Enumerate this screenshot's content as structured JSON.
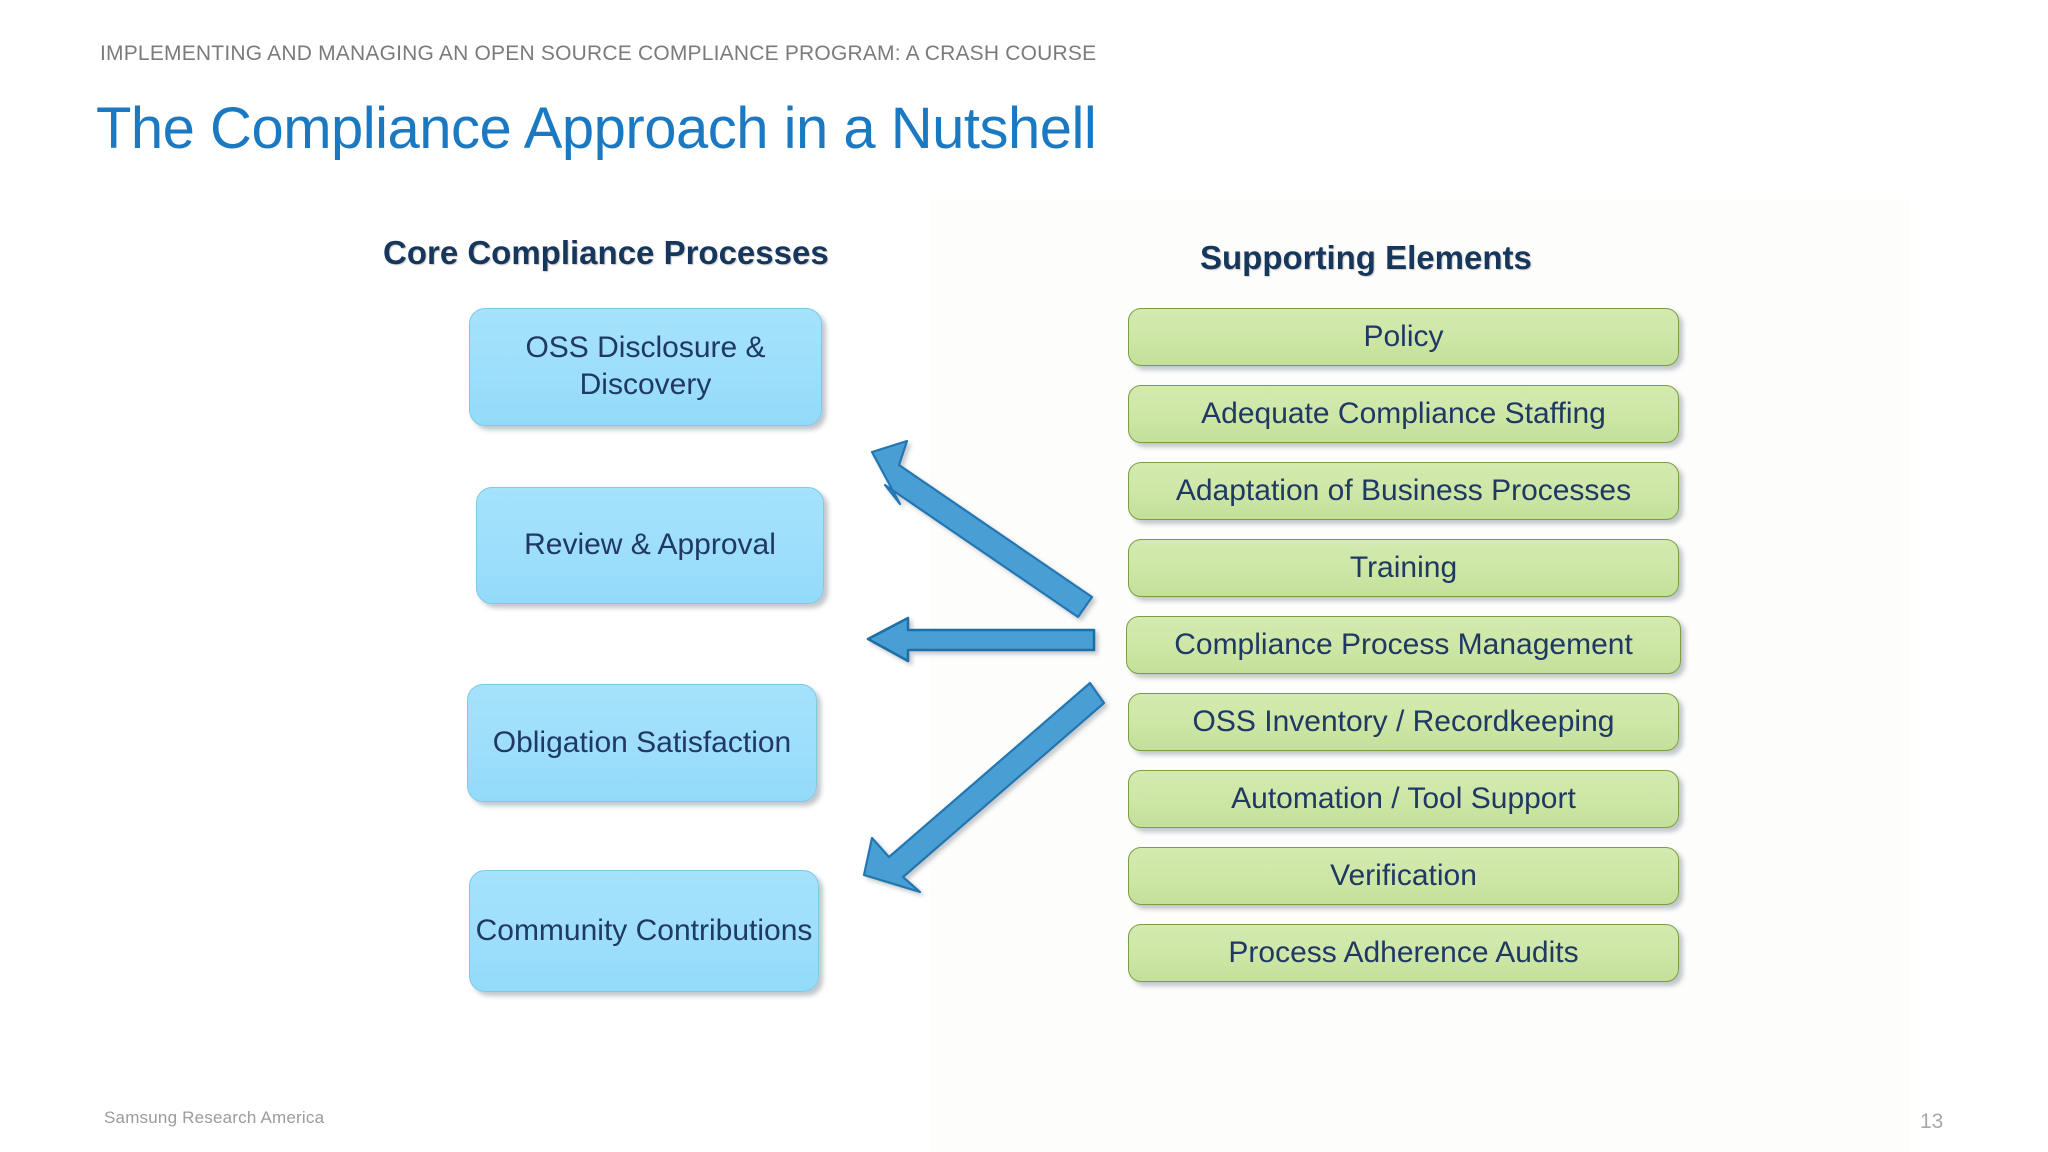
{
  "slide": {
    "eyebrow": "IMPLEMENTING AND MANAGING AN OPEN SOURCE COMPLIANCE PROGRAM: A CRASH COURSE",
    "title": "The Compliance Approach in a Nutshell",
    "footer_brand": "Samsung Research America",
    "page_number": "13"
  },
  "colors": {
    "title_blue": "#1B79C2",
    "heading_navy": "#16365C",
    "node_text_navy": "#1F3864",
    "blue_node_fill": "#9FDFFB",
    "blue_node_border": "#7FC9E8",
    "green_node_fill": "#CDE6A5",
    "green_node_border": "#7A9E43",
    "arrow_fill": "#4A9FD4",
    "arrow_stroke": "#1F6FA8",
    "eyebrow_gray": "#7B7B7B",
    "footer_gray": "#9B9B9B"
  },
  "columns": {
    "core": {
      "heading": "Core Compliance Processes",
      "items": [
        {
          "label": "OSS Disclosure & Discovery"
        },
        {
          "label": "Review & Approval"
        },
        {
          "label": "Obligation Satisfaction"
        },
        {
          "label": "Community Contributions"
        }
      ]
    },
    "supporting": {
      "heading": "Supporting Elements",
      "items": [
        {
          "label": "Policy"
        },
        {
          "label": "Adequate Compliance Staffing"
        },
        {
          "label": "Adaptation of Business Processes"
        },
        {
          "label": "Training"
        },
        {
          "label": "Compliance Process Management"
        },
        {
          "label": "OSS Inventory / Recordkeeping"
        },
        {
          "label": "Automation / Tool Support"
        },
        {
          "label": "Verification"
        },
        {
          "label": "Process Adherence Audits"
        }
      ]
    }
  },
  "arrows": [
    {
      "name": "arrow-up-left",
      "direction": "up-left"
    },
    {
      "name": "arrow-left",
      "direction": "left"
    },
    {
      "name": "arrow-down-left",
      "direction": "down-left"
    }
  ]
}
